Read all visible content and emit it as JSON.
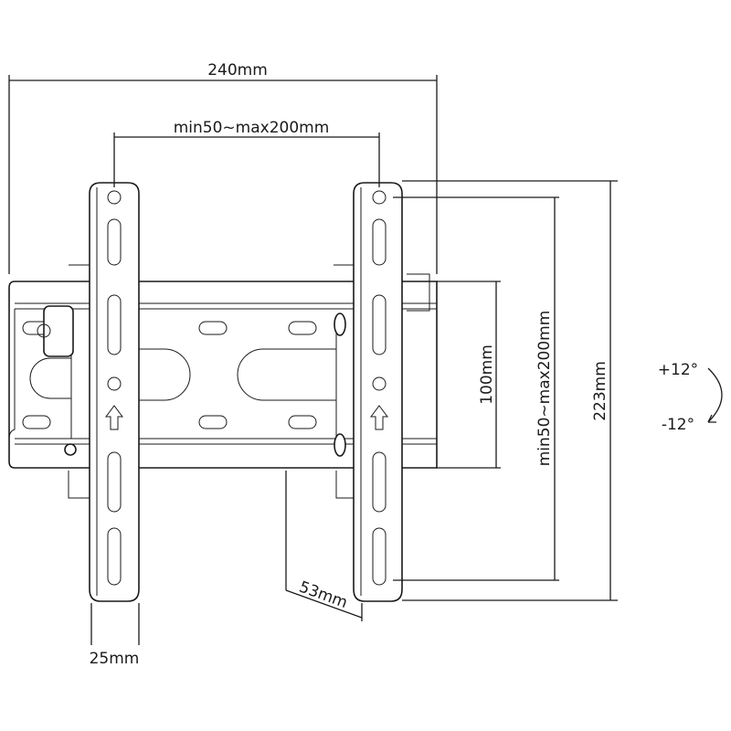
{
  "title": "Tilting TV wall mount dimension drawing",
  "dimensions": {
    "overall_width": "240mm",
    "vesa_horizontal": "min50~max200mm",
    "vesa_vertical": "min50~max200mm",
    "overall_height": "223mm",
    "wall_plate_height": "100mm",
    "bracket_width": "25mm",
    "wall_distance": "53mm"
  },
  "tilt": {
    "up": "+12°",
    "down": "-12°"
  },
  "colors": {
    "line": "#1a1a1a",
    "background": "#ffffff"
  }
}
